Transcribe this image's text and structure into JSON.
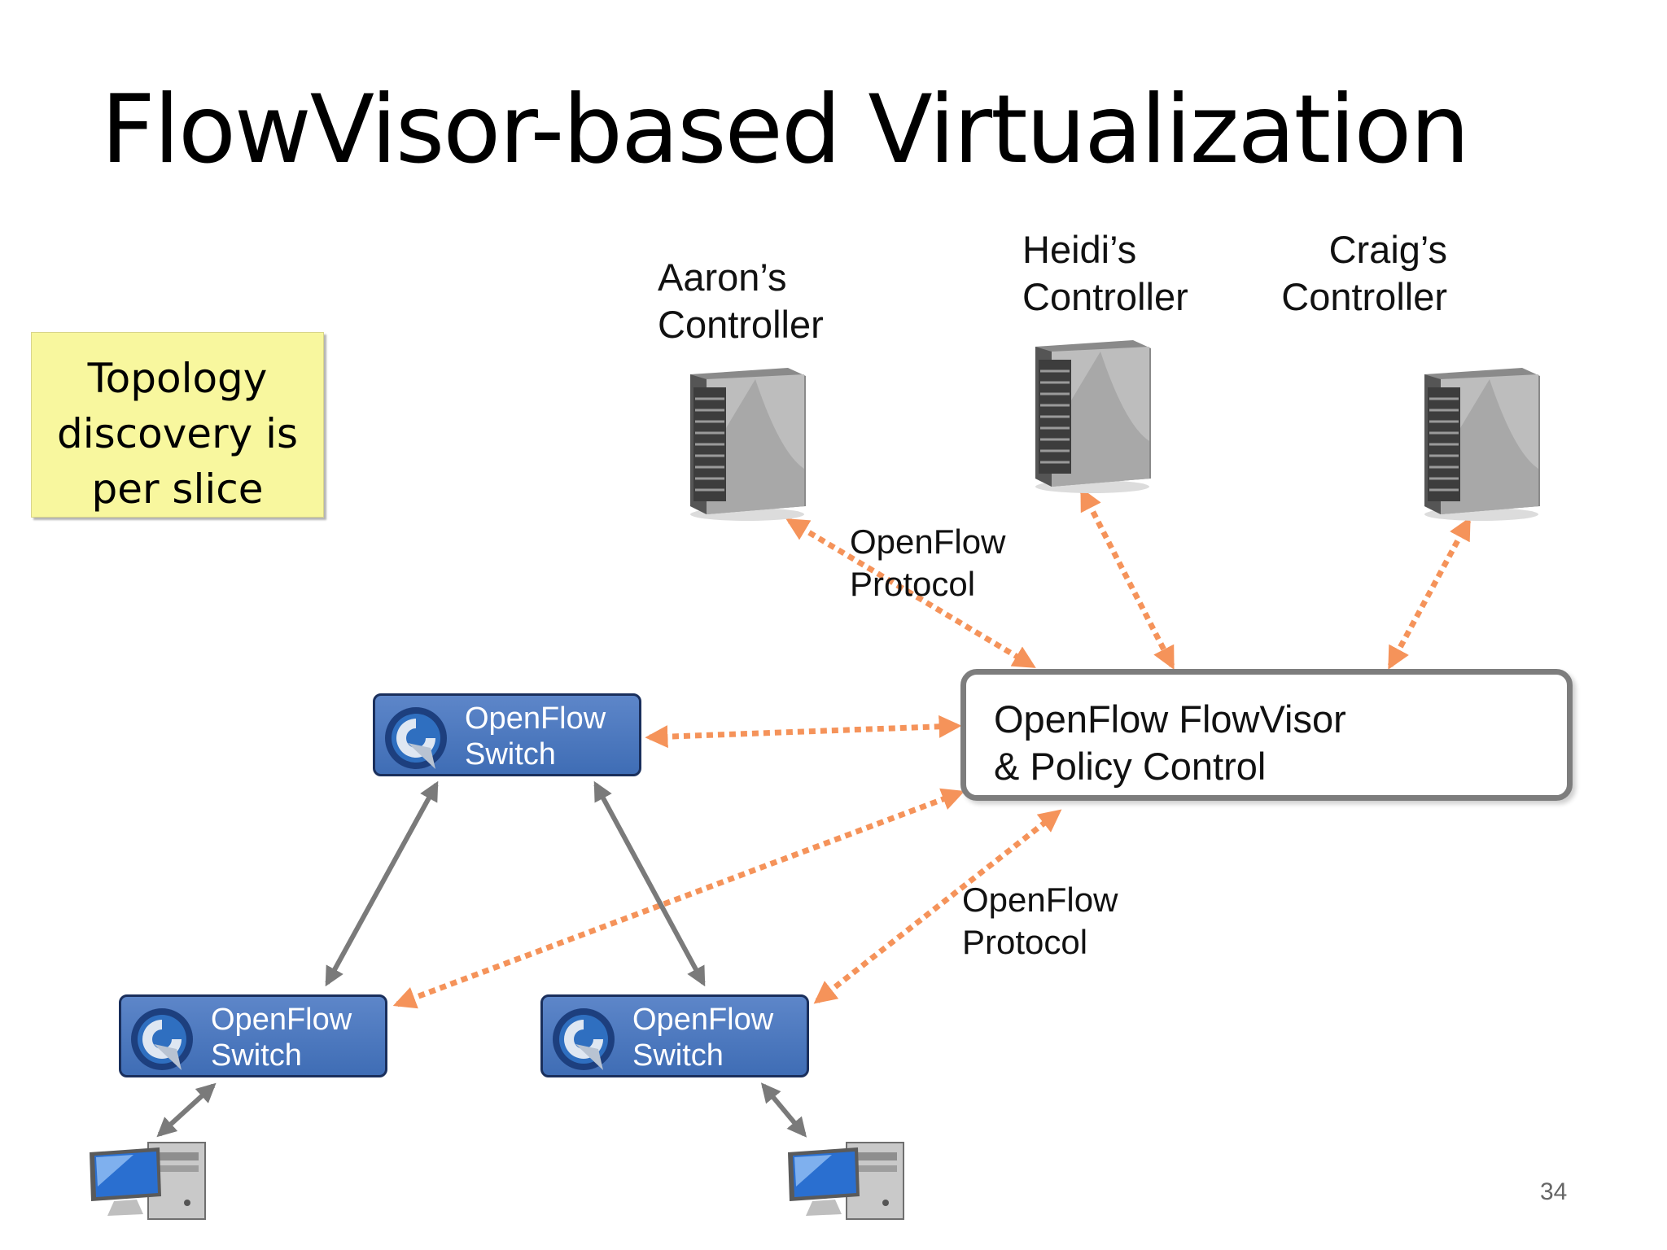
{
  "title": "FlowVisor-based Virtualization",
  "callout": {
    "lines": [
      "Topology",
      "discovery is",
      "per slice"
    ],
    "color": "#f8f79e"
  },
  "controllers": [
    {
      "lines": [
        "Aaron’s",
        "Controller"
      ]
    },
    {
      "lines": [
        "Heidi’s",
        "Controller"
      ]
    },
    {
      "lines": [
        "Craig’s",
        "Controller"
      ]
    }
  ],
  "protocol_labels": [
    {
      "lines": [
        "OpenFlow",
        "Protocol"
      ]
    },
    {
      "lines": [
        "OpenFlow",
        "Protocol"
      ]
    }
  ],
  "flowvisor": {
    "lines": [
      "OpenFlow FlowVisor",
      "& Policy Control"
    ]
  },
  "switches": [
    {
      "lines": [
        "OpenFlow",
        "Switch"
      ]
    },
    {
      "lines": [
        "OpenFlow",
        "Switch"
      ]
    },
    {
      "lines": [
        "OpenFlow",
        "Switch"
      ]
    }
  ],
  "page_number": "34",
  "colors": {
    "control_link": "#f5935a",
    "data_link": "#7a7a7a",
    "switch_fill": "#4f79be"
  },
  "icons": [
    "server-icon",
    "openflow-logo-icon",
    "desktop-computer-icon"
  ]
}
